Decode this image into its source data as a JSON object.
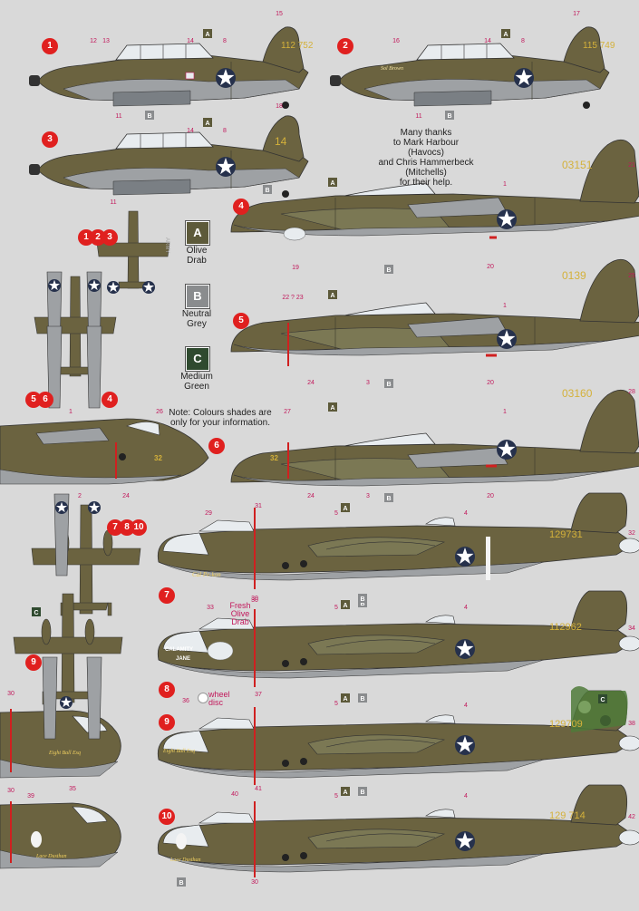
{
  "thanks": {
    "line1": "Many thanks",
    "line2": "to Mark Harbour",
    "line3": "(Havocs)",
    "line4": "and Chris Hammerbeck",
    "line5": "(Mitchells)",
    "line6": "for their help."
  },
  "colour_note": {
    "line1": "Note: Colours shades are",
    "line2": "only for your information."
  },
  "colours": [
    {
      "code": "A",
      "name1": "Olive",
      "name2": "Drab",
      "hex": "#5d5a3a"
    },
    {
      "code": "B",
      "name1": "Neutral",
      "name2": "Grey",
      "hex": "#8a8c8e"
    },
    {
      "code": "C",
      "name1": "Medium",
      "name2": "Green",
      "hex": "#2f4a2f"
    }
  ],
  "colors": {
    "olive": "#6b6340",
    "olive_dark": "#4e4a2e",
    "grey": "#9ea1a4",
    "star_blue": "#26314c",
    "badge_red": "#e0201f",
    "callout_pink": "#c2185b",
    "serial_yellow": "#d4b13a"
  },
  "profiles": [
    {
      "id": "1",
      "serial": "112 752",
      "labels": [
        "12",
        "13",
        "14",
        "8",
        "15",
        "11"
      ]
    },
    {
      "id": "2",
      "serial": "115 749",
      "labels": [
        "16",
        "14",
        "8",
        "17",
        "11"
      ]
    },
    {
      "id": "3",
      "serial": "14",
      "labels": [
        "14",
        "8",
        "18",
        "11"
      ]
    },
    {
      "id": "4",
      "serial": "03151",
      "labels": [
        "1",
        "21",
        "19",
        "20"
      ]
    },
    {
      "id": "5",
      "serial": "0139",
      "labels": [
        "22 ? 23",
        "1",
        "25",
        "24",
        "3",
        "20"
      ]
    },
    {
      "id": "6",
      "serial": "03160",
      "labels": [
        "27",
        "1",
        "28",
        "24",
        "3",
        "20"
      ]
    },
    {
      "id": "7",
      "serial": "129731",
      "labels": [
        "29",
        "31",
        "5",
        "4",
        "32",
        "30"
      ]
    },
    {
      "id": "8",
      "serial": "112962",
      "labels": [
        "33",
        "5",
        "4",
        "34",
        "30"
      ]
    },
    {
      "id": "9",
      "serial": "129709",
      "labels": [
        "36",
        "37",
        "5",
        "4",
        "38"
      ]
    },
    {
      "id": "10",
      "serial": "129 714",
      "labels": [
        "40",
        "41",
        "5",
        "4",
        "42",
        "30"
      ]
    }
  ],
  "partial_profiles": [
    {
      "labels": [
        "1",
        "26",
        "24",
        "2"
      ],
      "nose_text": "32"
    },
    {
      "labels": [
        "30",
        "35"
      ]
    },
    {
      "labels": [
        "30",
        "39"
      ]
    }
  ],
  "fresh_od": {
    "line1": "Fresh",
    "line2": "Olive",
    "line3": "Drab"
  },
  "wheel_disc": {
    "line1": "wheel",
    "line2": "disc"
  },
  "plan_badges": {
    "dauntless": [
      "1",
      "2",
      "3"
    ],
    "havoc": [
      "5",
      "6",
      "4"
    ],
    "mitchell": [
      "7",
      "8",
      "10"
    ],
    "mitchell2": [
      "9"
    ]
  },
  "nose_art": {
    "p4": "",
    "p7": "Cal Pe-kon",
    "p8_1": "CALAMITY",
    "p8_2": "JANE",
    "p9": "Eight Ball Esq",
    "p10": "Lace Dusthan"
  }
}
